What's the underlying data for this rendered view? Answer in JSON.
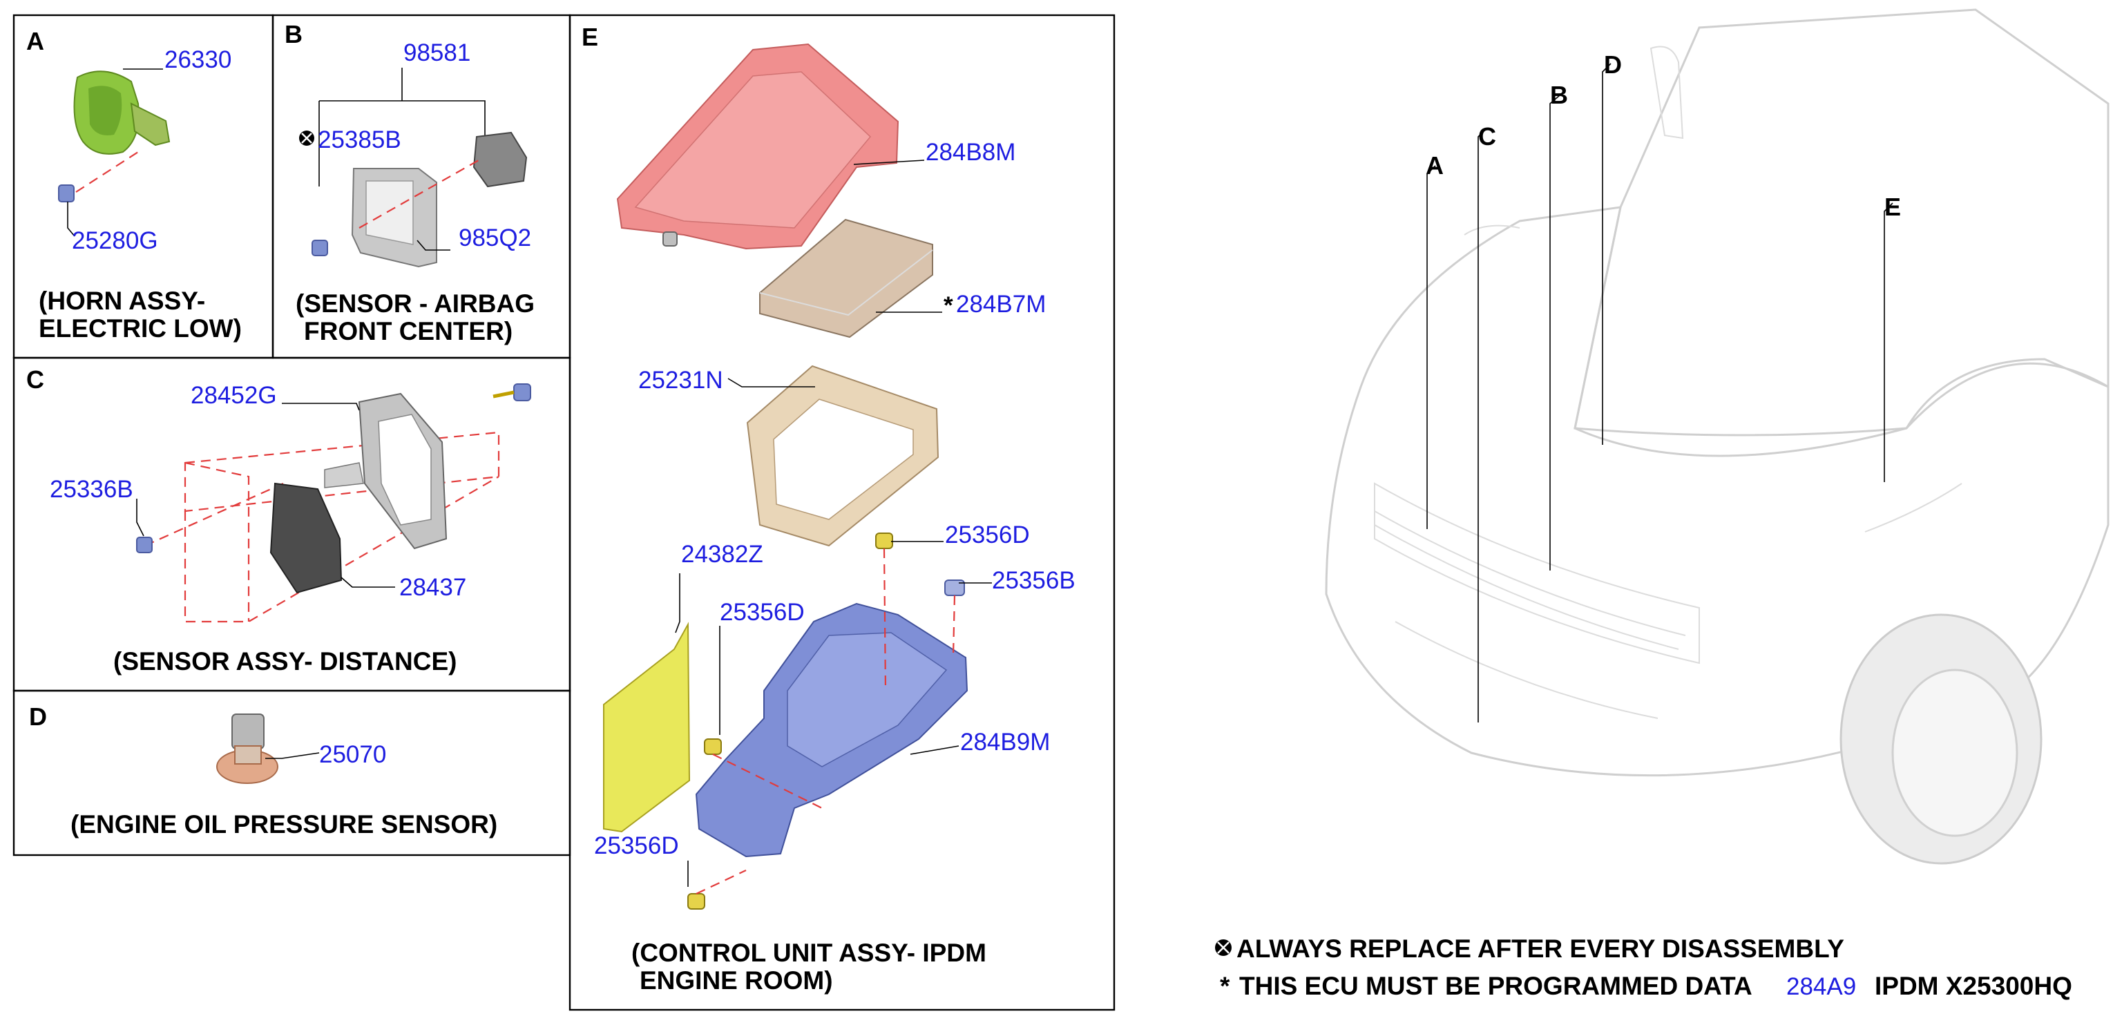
{
  "sections": {
    "A": {
      "letter": "A",
      "caption": [
        "(HORN ASSY-",
        "ELECTRIC LOW)"
      ],
      "parts": [
        "26330",
        "25280G"
      ]
    },
    "B": {
      "letter": "B",
      "caption": [
        "(SENSOR - AIRBAG",
        "FRONT CENTER)"
      ],
      "parts": [
        "98581",
        "25385B",
        "985Q2"
      ]
    },
    "C": {
      "letter": "C",
      "caption": [
        "(SENSOR ASSY- DISTANCE)"
      ],
      "parts": [
        "28452G",
        "25336B",
        "28437"
      ]
    },
    "D": {
      "letter": "D",
      "caption": [
        "(ENGINE OIL PRESSURE SENSOR)"
      ],
      "parts": [
        "25070"
      ]
    },
    "E": {
      "letter": "E",
      "caption": [
        "(CONTROL UNIT ASSY- IPDM",
        "ENGINE ROOM)"
      ],
      "parts": [
        "284B8M",
        "284B7M",
        "25231N",
        "25356D",
        "25356B",
        "24382Z",
        "25356D",
        "284B9M",
        "25356D"
      ]
    }
  },
  "vehicle_callouts": [
    "A",
    "B",
    "C",
    "D",
    "E"
  ],
  "notes": {
    "replace_symbol": "⊗",
    "replace_text": "ALWAYS REPLACE AFTER EVERY DISASSEMBLY",
    "ecu_star": "*",
    "ecu_text": "THIS ECU MUST BE PROGRAMMED DATA",
    "ecu_part": "284A9",
    "ecu_suffix": "IPDM X25300HQ"
  },
  "symbols": {
    "star": "*",
    "replace": "⊗"
  },
  "colors": {
    "part_number": "#1d1de0",
    "leader_dash": "#e23b3b",
    "horn": "#8dc63f",
    "cover": "#f08f8f",
    "ecu": "#d9c3ad",
    "bracket": "#e9d6b8",
    "base": "#7f8fd6",
    "plate": "#e8e85a"
  }
}
